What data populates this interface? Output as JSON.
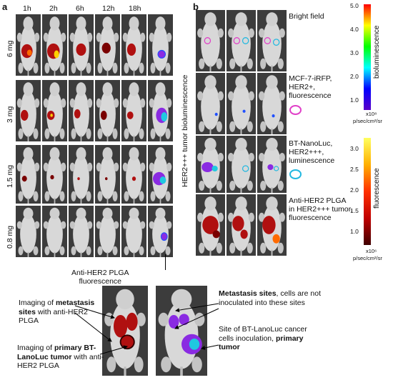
{
  "panel_a": {
    "letter": "a",
    "timepoints": [
      "1h",
      "2h",
      "6h",
      "12h",
      "18h"
    ],
    "doses": [
      "6 mg",
      "3 mg",
      "1.5 mg",
      "0.8 mg"
    ],
    "vertical_label": "HER2+++ tumor bioluminescence",
    "bottom_label": "Anti-HER2 PLGA\nfluorescence"
  },
  "panel_b": {
    "letter": "b",
    "rows": [
      {
        "label": "Bright field"
      },
      {
        "label": "MCF-7-iRFP,\nHER2+,\nfluorescence",
        "marker_color": "#e040c8"
      },
      {
        "label": "BT-NanoLuc,\nHER2+++,\nluminescence",
        "marker_color": "#22b8e0"
      },
      {
        "label": "Anti-HER2 PLGA\nin HER2+++ tumor,\nfluorescence"
      }
    ]
  },
  "colorbars": {
    "top": {
      "title": "bioluminescence",
      "ticks": [
        "5.0",
        "4.0",
        "3.0",
        "2.0",
        "1.0"
      ],
      "exponent": "x10⁸",
      "unit": "p/sec/cm²/sr",
      "colors": [
        "#ff0000",
        "#ffff00",
        "#00ff00",
        "#00ffff",
        "#0000ff",
        "#5a00c8"
      ]
    },
    "bottom": {
      "title": "fluorescence",
      "ticks": [
        "3.0",
        "2.5",
        "2.0",
        "1.5",
        "1.0"
      ],
      "exponent": "x10⁶",
      "unit": "p/sec/cm²/sr",
      "colors": [
        "#ffff60",
        "#ffb000",
        "#ff3000",
        "#c00000",
        "#400000"
      ]
    }
  },
  "annotations": {
    "metastasis_imaging": {
      "pre": "Imaging of ",
      "bold": "metastasis sites",
      "post": " with anti-HER2 PLGA"
    },
    "primary_imaging": {
      "pre": "Imaging of ",
      "bold": "primary BT-LanoLuc tumor",
      "post": " with anti-HER2 PLGA"
    },
    "metastasis_sites": {
      "bold": "Metastasis sites",
      "post": ", cells are not inoculated into these sites"
    },
    "inoculation_site": {
      "pre": "Site of BT-LanoLuc cancer cells inoculation, ",
      "bold": "primary tumor"
    }
  }
}
